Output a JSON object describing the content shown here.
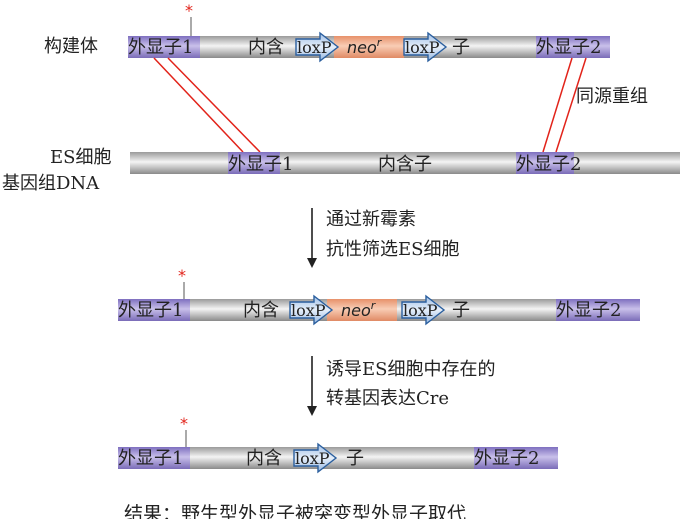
{
  "labels": {
    "construct": "构建体",
    "es_cell": "ES细胞",
    "genomic_dna": "基因组DNA",
    "homologous_recombination": "同源重组",
    "step1_line1": "通过新霉素",
    "step1_line2": "抗性筛选ES细胞",
    "step2_line1": "诱导ES细胞中存在的",
    "step2_line2": "转基因表达Cre",
    "result": "结果：野生型外显子被突变型外显子取代"
  },
  "segments": {
    "exon1": "外显子1",
    "exon2": "外显子2",
    "intron": "内含子",
    "intron_left": "内含",
    "intron_right": "子",
    "loxp": "loxP",
    "neo": "neo",
    "neo_sup": "r",
    "mutation_mark": "*"
  },
  "colors": {
    "bar_light": "#f2f2f2",
    "bar_dark": "#9a9a9a",
    "exon": "#a89ad2",
    "neo": "#f2b08c",
    "loxp": "#bcd3ee",
    "loxp_stroke": "#2b5f9e",
    "crossover": "#e2231a",
    "arrow": "#222222"
  }
}
